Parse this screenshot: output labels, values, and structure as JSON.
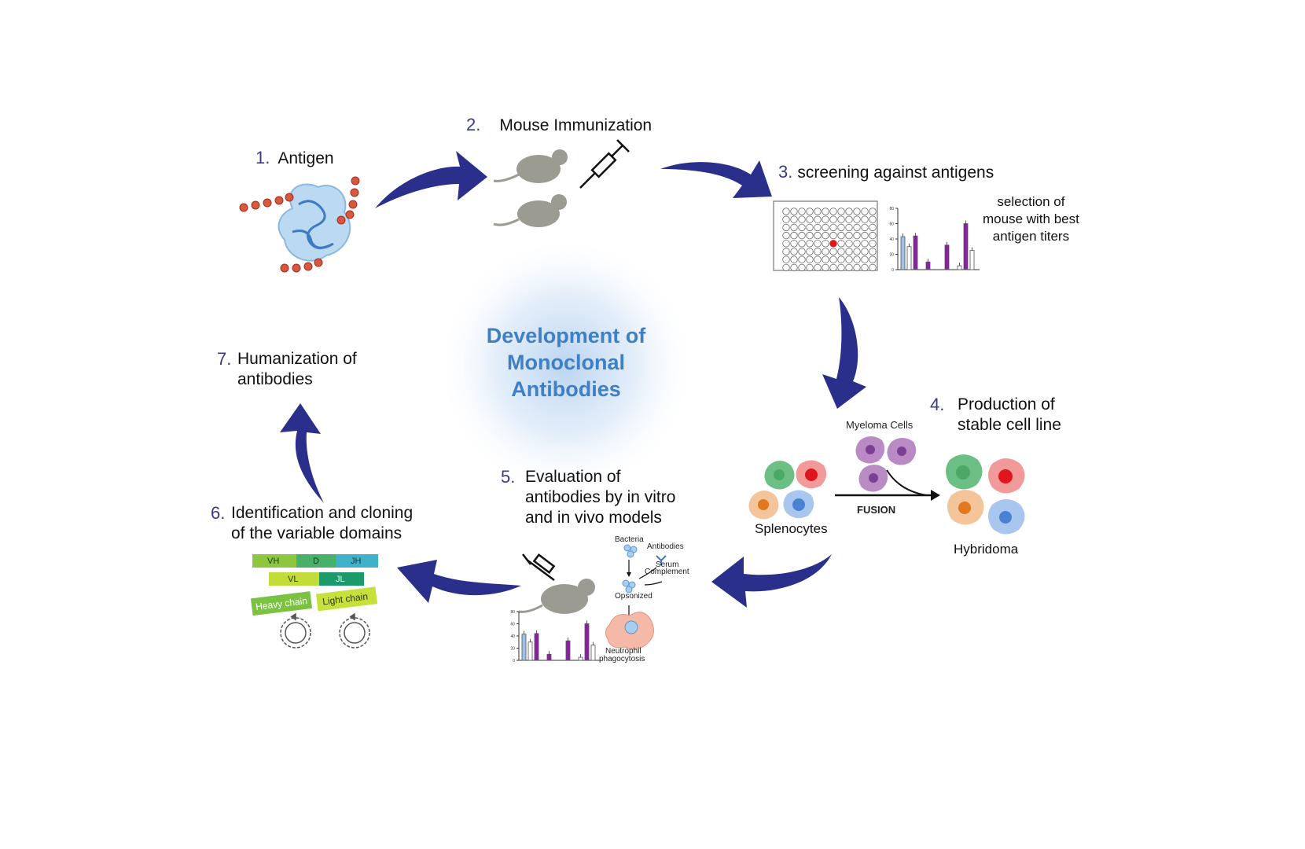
{
  "center_title": [
    "Development of",
    "Monoclonal",
    "Antibodies"
  ],
  "steps": [
    {
      "num": "1.",
      "label": "Antigen"
    },
    {
      "num": "2.",
      "label": "Mouse Immunization"
    },
    {
      "num": "3.",
      "label": "screening against antigens"
    },
    {
      "num": "4.",
      "label_lines": [
        "Production of",
        "stable cell line"
      ]
    },
    {
      "num": "5.",
      "label_lines": [
        "Evaluation of",
        "antibodies by in vitro",
        "and in vivo models"
      ]
    },
    {
      "num": "6.",
      "label_lines": [
        "Identification and cloning",
        "of the variable domains"
      ]
    },
    {
      "num": "7.",
      "label_lines": [
        "Humanization of",
        "antibodies"
      ]
    }
  ],
  "screening": {
    "selection_note": [
      "selection of",
      "mouse with best",
      "antigen titers"
    ]
  },
  "cell_line": {
    "myeloma": "Myeloma Cells",
    "splenocytes": "Splenocytes",
    "fusion": "FUSION",
    "hybridoma": "Hybridoma"
  },
  "evaluation": {
    "bacteria": "Bacteria",
    "antibodies": "Antibodies",
    "serum": "Serum",
    "complement": "Complement",
    "opsonized": "Opsonized",
    "neutrophil": "Neutrophil",
    "phagocytosis": "phagocytosis"
  },
  "cloning": {
    "segments_heavy": [
      "VH",
      "D",
      "JH"
    ],
    "segments_light": [
      "VL",
      "JL"
    ],
    "heavy_chain": "Heavy chain",
    "light_chain": "Light chain"
  },
  "mini_chart_axis": [
    "80",
    "60",
    "40",
    "20",
    "0"
  ],
  "chart_data": [
    {
      "type": "bar",
      "note": "antigen titer mini bar chart (screening)",
      "ylim": [
        0,
        80
      ],
      "yticks": [
        0,
        20,
        40,
        60,
        80
      ],
      "values": [
        43,
        30,
        44,
        10,
        32,
        5,
        60,
        25
      ],
      "colors": [
        "#9ec3e8",
        "#ffffff",
        "#8b1fa3",
        "#8b1fa3",
        "#8b1fa3",
        "#ffffff",
        "#8b1fa3",
        "#ffffff"
      ]
    },
    {
      "type": "bar",
      "note": "evaluation mini bar chart",
      "ylim": [
        0,
        80
      ],
      "yticks": [
        0,
        20,
        40,
        60,
        80
      ],
      "values": [
        43,
        30,
        44,
        10,
        32,
        5,
        60,
        25
      ],
      "colors": [
        "#9ec3e8",
        "#ffffff",
        "#8b1fa3",
        "#8b1fa3",
        "#8b1fa3",
        "#ffffff",
        "#8b1fa3",
        "#ffffff"
      ]
    }
  ],
  "colors": {
    "arrow": "#2b2f8c",
    "title": "#3f7fc4",
    "number": "#3a3a8c",
    "glow": "#bcd6f2",
    "highlight_well": "#e0161e"
  }
}
